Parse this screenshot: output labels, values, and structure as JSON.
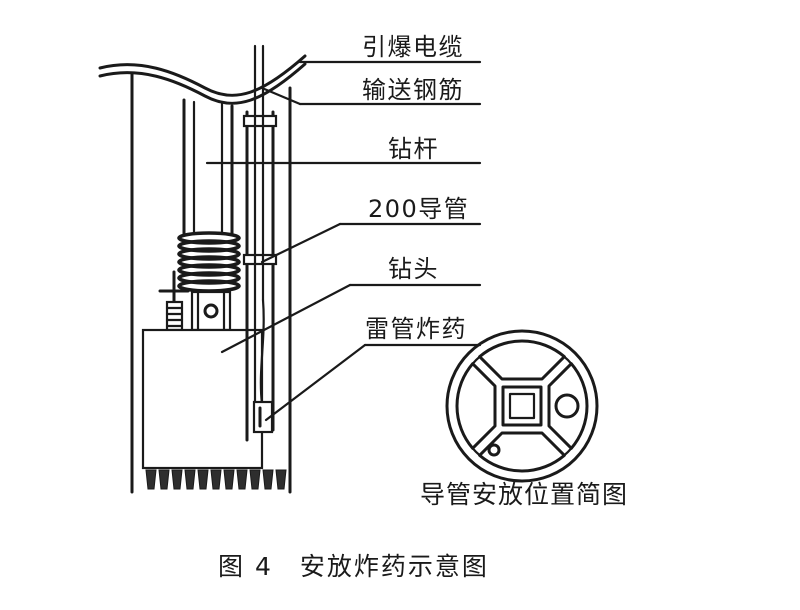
{
  "callouts": {
    "detonating_cable": "引爆电缆",
    "steel_bar": "输送钢筋",
    "drill_rod": "钻杆",
    "conduit_pipe": "200导管",
    "drill_bit": "钻头",
    "detonator_explosive": "雷管炸药"
  },
  "inset": {
    "caption": "导管安放位置简图"
  },
  "figure": {
    "caption": "图 4　安放炸药示意图"
  },
  "colors": {
    "ink": "#1a1a1a",
    "background": "#ffffff"
  }
}
